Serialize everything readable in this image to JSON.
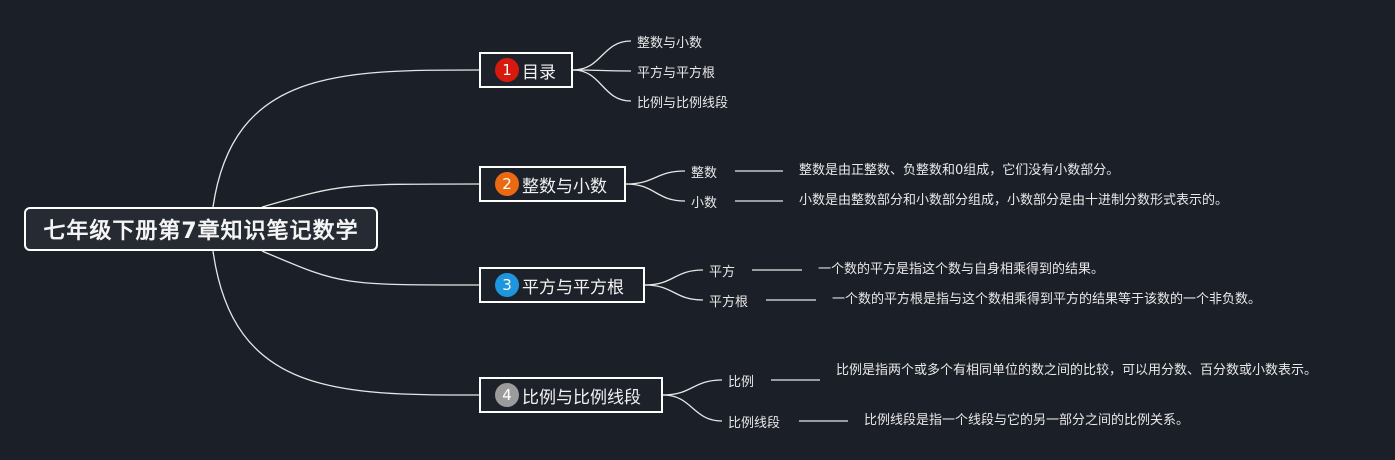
{
  "root": {
    "title": "七年级下册第7章知识笔记数学"
  },
  "branches": [
    {
      "number": "1",
      "badge_color": "#d7190f",
      "label": "目录",
      "children": [
        {
          "label": "整数与小数"
        },
        {
          "label": "平方与平方根"
        },
        {
          "label": "比例与比例线段"
        }
      ]
    },
    {
      "number": "2",
      "badge_color": "#ea6a13",
      "label": "整数与小数",
      "children": [
        {
          "label": "整数",
          "detail": "整数是由正整数、负整数和0组成，它们没有小数部分。"
        },
        {
          "label": "小数",
          "detail": "小数是由整数部分和小数部分组成，小数部分是由十进制分数形式表示的。"
        }
      ]
    },
    {
      "number": "3",
      "badge_color": "#1e96dd",
      "label": "平方与平方根",
      "children": [
        {
          "label": "平方",
          "detail": "一个数的平方是指这个数与自身相乘得到的结果。"
        },
        {
          "label": "平方根",
          "detail": "一个数的平方根是指与这个数相乘得到平方的结果等于该数的一个非负数。"
        }
      ]
    },
    {
      "number": "4",
      "badge_color": "#9b9b9b",
      "label": "比例与比例线段",
      "children": [
        {
          "label": "比例",
          "detail": "比例是指两个或多个有相同单位的数之间的比较，可以用分数、百分数或小数表示。"
        },
        {
          "label": "比例线段",
          "detail": "比例线段是指一个线段与它的另一部分之间的比例关系。"
        }
      ]
    }
  ],
  "colors": {
    "background": "#1b1f27",
    "line": "#ffffff"
  }
}
